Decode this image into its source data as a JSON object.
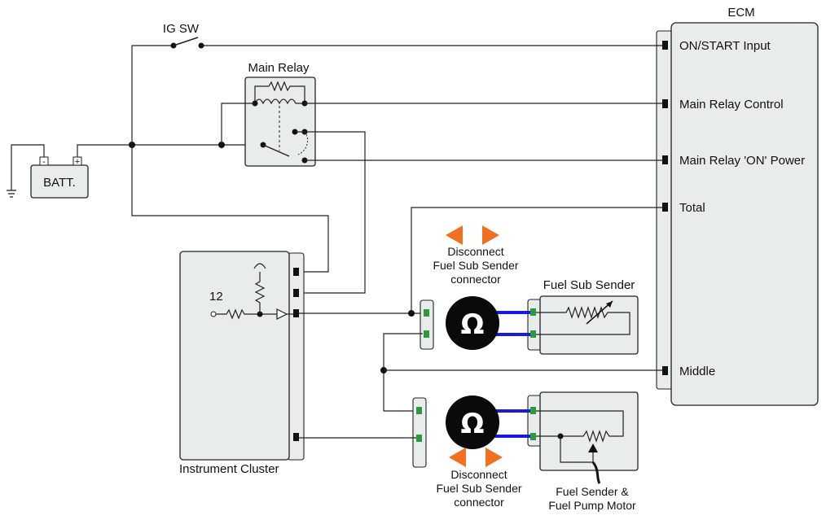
{
  "ecm": {
    "title": "ECM",
    "pins": [
      "ON/START Input",
      "Main Relay Control",
      "Main Relay 'ON' Power",
      "Total",
      "Middle"
    ]
  },
  "ig_sw": "IG SW",
  "main_relay": "Main Relay",
  "battery": {
    "label": "BATT.",
    "neg": "-",
    "pos": "+"
  },
  "cluster": {
    "label": "Instrument Cluster",
    "terminal": "12"
  },
  "fuel_sub_sender": "Fuel Sub Sender",
  "fuel_sender": {
    "line1": "Fuel Sender &",
    "line2": "Fuel Pump Motor"
  },
  "disconnect_top": {
    "line1": "Disconnect",
    "line2": "Fuel Sub Sender",
    "line3": "connector"
  },
  "disconnect_bottom": {
    "line1": "Disconnect",
    "line2": "Fuel Sub Sender",
    "line3": "connector"
  },
  "meter_symbol": "Ω",
  "colors": {
    "arrow": "#f07020",
    "probe": "#1a1adc",
    "pin": "#2a9a3a",
    "box_fill": "#e8ecec"
  }
}
